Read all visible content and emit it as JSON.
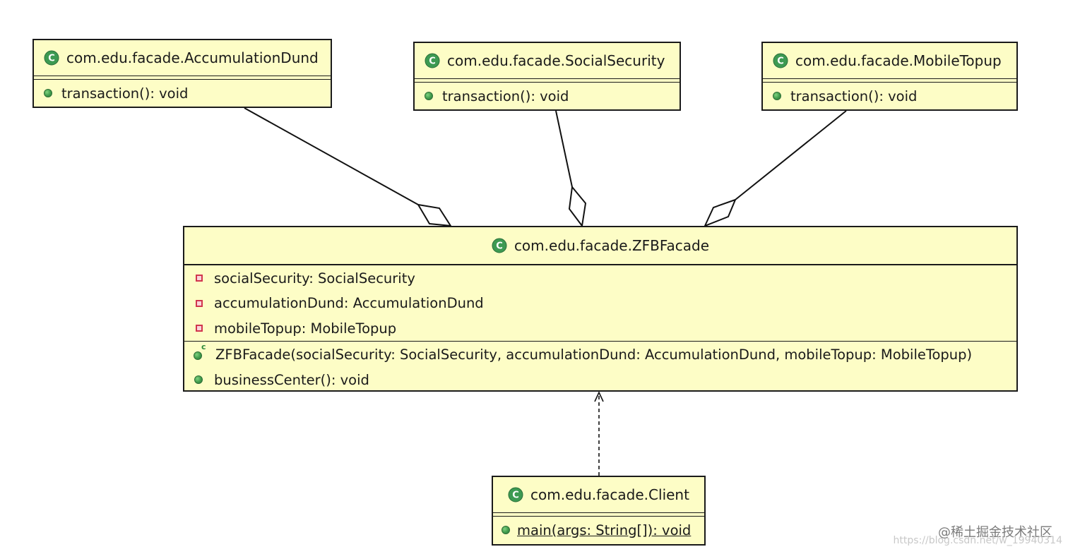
{
  "classes": {
    "accumulation": {
      "name": "com.edu.facade.AccumulationDund",
      "methods": [
        "transaction(): void"
      ]
    },
    "social": {
      "name": "com.edu.facade.SocialSecurity",
      "methods": [
        "transaction(): void"
      ]
    },
    "mobile": {
      "name": "com.edu.facade.MobileTopup",
      "methods": [
        "transaction(): void"
      ]
    },
    "facade": {
      "name": "com.edu.facade.ZFBFacade",
      "fields": [
        "socialSecurity: SocialSecurity",
        "accumulationDund: AccumulationDund",
        "mobileTopup: MobileTopup"
      ],
      "methods": [
        "ZFBFacade(socialSecurity: SocialSecurity, accumulationDund: AccumulationDund, mobileTopup: MobileTopup)",
        "businessCenter(): void"
      ]
    },
    "client": {
      "name": "com.edu.facade.Client",
      "methods": [
        "main(args: String[]): void"
      ]
    }
  },
  "relationships": [
    {
      "from": "facade",
      "to": "accumulation",
      "type": "aggregation"
    },
    {
      "from": "facade",
      "to": "social",
      "type": "aggregation"
    },
    {
      "from": "facade",
      "to": "mobile",
      "type": "aggregation"
    },
    {
      "from": "client",
      "to": "facade",
      "type": "dependency"
    }
  ],
  "colors": {
    "class_fill": "#fdfdc6",
    "border": "#1a1a1a",
    "public_method": "#3f9a4b",
    "private_field": "#d1354e"
  },
  "icons": {
    "class": "class-c-icon",
    "public": "public-method-icon",
    "private": "private-field-icon",
    "constructor": "constructor-icon"
  },
  "watermark": {
    "site": "@稀土掘金技术社区",
    "url": "https://blog.csdn.net/w_19940314"
  }
}
